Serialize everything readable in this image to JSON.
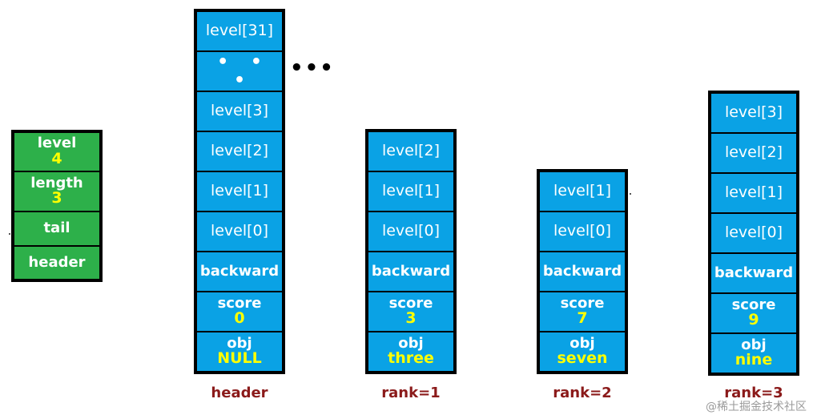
{
  "zskiplist": {
    "level_label": "level",
    "level_value": "4",
    "length_label": "length",
    "length_value": "3",
    "tail_label": "tail",
    "header_label": "header"
  },
  "header_node": {
    "levels": [
      "level[31]",
      "level[3]",
      "level[2]",
      "level[1]",
      "level[0]"
    ],
    "ellipsis": "• • •",
    "backward": "backward",
    "score_label": "score",
    "score_value": "0",
    "obj_label": "obj",
    "obj_value": "NULL",
    "caption": "header"
  },
  "outer_ellipsis": "•••",
  "node1": {
    "levels": [
      "level[2]",
      "level[1]",
      "level[0]"
    ],
    "backward": "backward",
    "score_label": "score",
    "score_value": "3",
    "obj_label": "obj",
    "obj_value": "three",
    "caption": "rank=1"
  },
  "node2": {
    "levels": [
      "level[1]",
      "level[0]"
    ],
    "backward": "backward",
    "score_label": "score",
    "score_value": "7",
    "obj_label": "obj",
    "obj_value": "seven",
    "caption": "rank=2"
  },
  "node3": {
    "levels": [
      "level[3]",
      "level[2]",
      "level[1]",
      "level[0]"
    ],
    "backward": "backward",
    "score_label": "score",
    "score_value": "9",
    "obj_label": "obj",
    "obj_value": "nine",
    "caption": "rank=3"
  },
  "watermark": "@稀土掘金技术社区"
}
